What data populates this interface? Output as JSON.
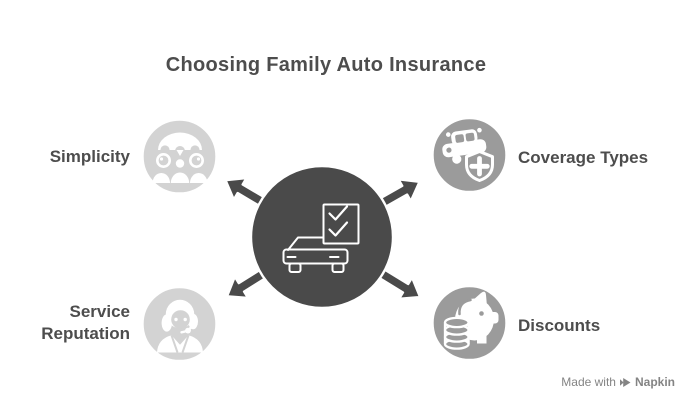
{
  "title": "Choosing Family Auto Insurance",
  "center": {
    "icon": "car-checklist"
  },
  "nodes": [
    {
      "id": "simplicity",
      "label": "Simplicity",
      "icon": "family-umbrella",
      "position": "top-left",
      "tone": "light"
    },
    {
      "id": "coverage-types",
      "label": "Coverage Types",
      "icon": "car-shield-plus",
      "position": "top-right",
      "tone": "mid"
    },
    {
      "id": "service-reputation",
      "label": "Service Reputation",
      "icon": "support-agent",
      "position": "bottom-left",
      "tone": "light"
    },
    {
      "id": "discounts",
      "label": "Discounts",
      "icon": "piggy-bank-coins",
      "position": "bottom-right",
      "tone": "mid"
    }
  ],
  "watermark": {
    "prefix": "Made with",
    "brand": "Napkin",
    "icon": "napkin-logo"
  },
  "colors": {
    "background": "#ffffff",
    "dark": "#4a4a4a",
    "light_node": "#d3d3d3",
    "mid_node": "#9b9b9b",
    "title_text": "#4d4d4d",
    "label_text": "#4d4d4d",
    "watermark_text": "#848484",
    "icon_white": "#ffffff"
  }
}
